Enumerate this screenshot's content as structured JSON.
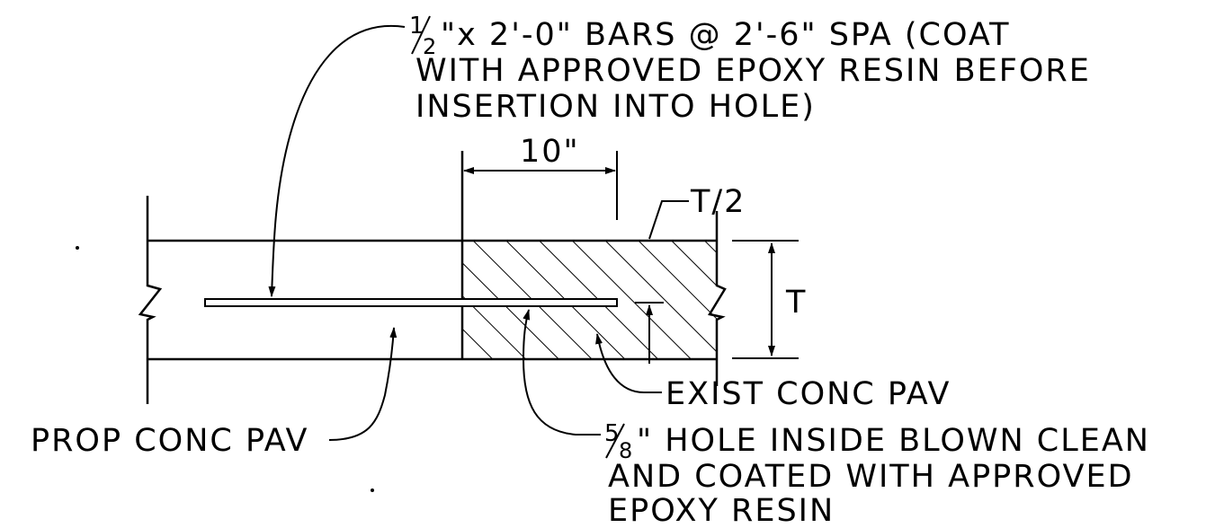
{
  "colors": {
    "ink": "#000000",
    "paper": "#ffffff"
  },
  "callouts": {
    "bars": {
      "frac_num": "1",
      "frac_den": "2",
      "line1": "\"x 2'-0\" BARS @ 2'-6\" SPA (COAT",
      "line2": "WITH APPROVED EPOXY RESIN BEFORE",
      "line3": "INSERTION INTO HOLE)"
    },
    "dimension_10": "10\"",
    "half_thickness": "T/2",
    "thickness": "T",
    "exist_pavement": "EXIST CONC PAV",
    "prop_pavement": "PROP CONC PAV",
    "hole": {
      "frac_num": "5",
      "frac_den": "8",
      "line1": "\" HOLE INSIDE BLOWN CLEAN",
      "line2": "AND COATED WITH APPROVED",
      "line3": "EPOXY RESIN"
    }
  }
}
